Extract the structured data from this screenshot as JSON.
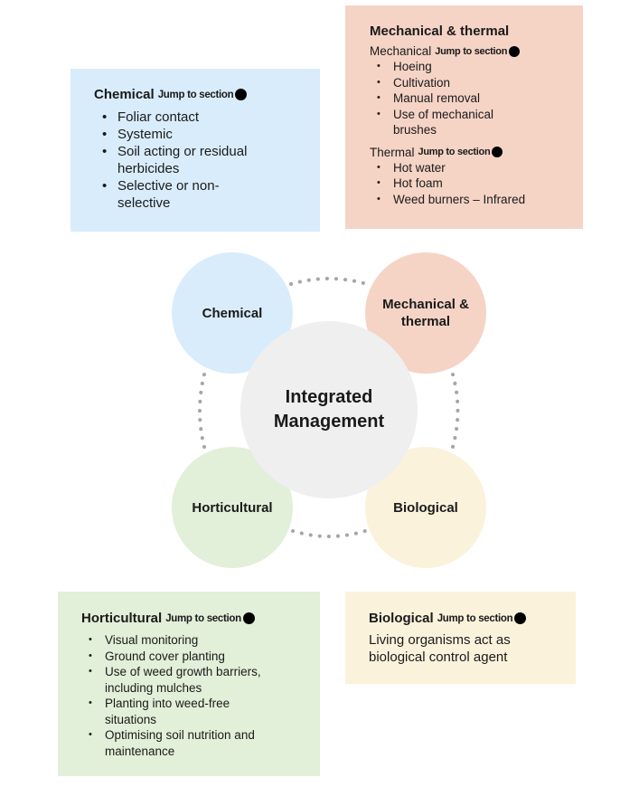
{
  "diagram": {
    "center": {
      "line1": "Integrated",
      "line2": "Management"
    },
    "circles": {
      "chemical": "Chemical",
      "mechanical_line1": "Mechanical &",
      "mechanical_line2": "thermal",
      "horticultural": "Horticultural",
      "biological": "Biological"
    }
  },
  "jump_label": "Jump to section",
  "chemical": {
    "title": "Chemical",
    "items": [
      "Foliar contact",
      "Systemic",
      "Soil acting or residual herbicides",
      "Selective or non-selective"
    ]
  },
  "mechanical_thermal": {
    "title": "Mechanical & thermal",
    "mechanical": {
      "title": "Mechanical",
      "items": [
        "Hoeing",
        "Cultivation",
        "Manual removal",
        "Use of mechanical brushes"
      ]
    },
    "thermal": {
      "title": "Thermal",
      "items": [
        "Hot water",
        "Hot foam",
        "Weed burners – Infrared"
      ]
    }
  },
  "horticultural": {
    "title": "Horticultural",
    "items": [
      "Visual monitoring",
      "Ground cover planting",
      "Use of weed growth barriers, including mulches",
      "Planting into weed-free situations",
      "Optimising soil nutrition and maintenance"
    ]
  },
  "biological": {
    "title": "Biological",
    "text": "Living organisms act as biological control agent"
  },
  "colors": {
    "chemical": "#d9ecfb",
    "mechanical": "#f5d4c6",
    "horticultural": "#e2efd9",
    "biological": "#fbf2dc",
    "center": "#efefef"
  }
}
